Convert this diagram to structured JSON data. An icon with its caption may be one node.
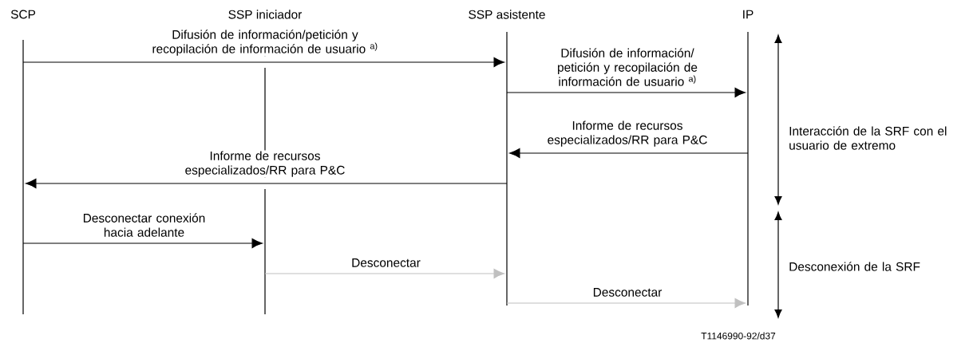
{
  "diagram": {
    "nodes": [
      {
        "text": [],
        "shape": "line",
        "beside": [
          "SCP"
        ]
      },
      {
        "text": [],
        "shape": "line",
        "beside": [
          "SSP iniciador"
        ]
      },
      {
        "text": [],
        "shape": "line",
        "beside": [
          "SSP asistente"
        ]
      },
      {
        "text": [],
        "shape": "line",
        "beside": [
          "IP"
        ]
      }
    ],
    "edges": [
      {
        "from": 0,
        "to": 2,
        "arrow": "to",
        "label": "Difusión de información/petición y recopilación de información de usuario $^{a)}$"
      },
      {
        "from": 2,
        "to": 3,
        "arrow": "to",
        "label": "Difusión de información/ petición y recopilación de información de usuario $^{a)}$"
      },
      {
        "from": 3,
        "to": 2,
        "arrow": "to",
        "label": "Informe de recursos especializados/RR para P&C"
      },
      {
        "from": 2,
        "to": 0,
        "arrow": "to",
        "label": "Informe de recursos especializados/RR para P&C"
      },
      {
        "from": 0,
        "to": 1,
        "arrow": "to",
        "label": "Desconectar conexión hacia adelante"
      },
      {
        "from": 1,
        "to": 2,
        "arrow": "to",
        "label": "Desconectar",
        "color": "#c0c0c0"
      },
      {
        "from": 2,
        "to": 3,
        "arrow": "to",
        "label": "Desconectar",
        "color": "#c0c0c0"
      }
    ],
    "labels": [
      "Interacción de la SRF con el usuario de extremo",
      "Desconexión de la SRF",
      "T1146990-92/d37"
    ]
  }
}
